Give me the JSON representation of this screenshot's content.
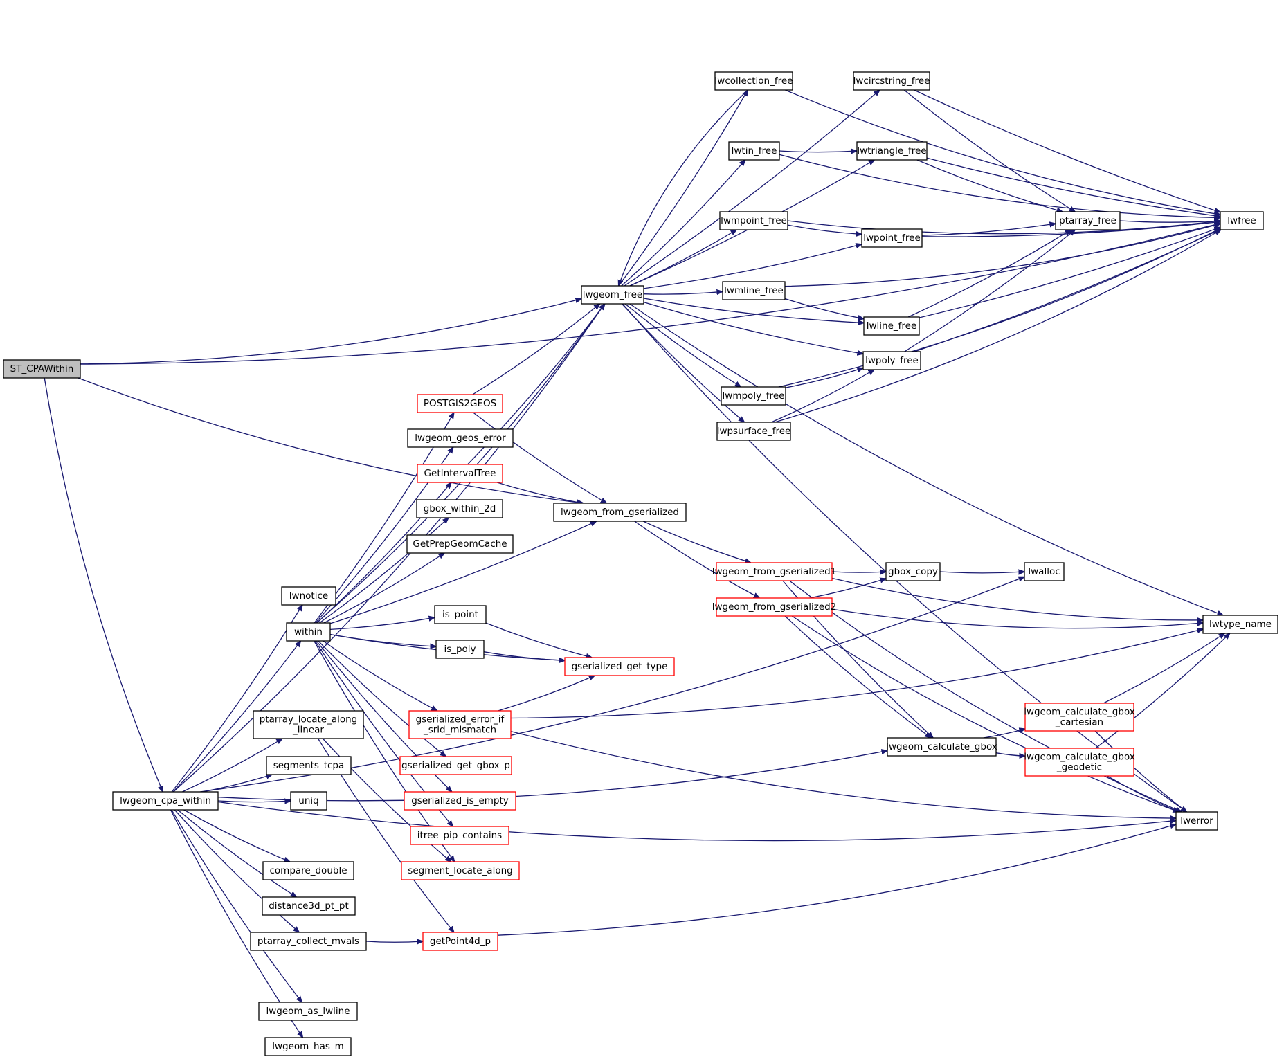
{
  "title": "ST_CPAWithin call graph",
  "colors": {
    "edge": "#191970",
    "node_border": "#000000",
    "truncated_node_border": "#ff0000",
    "root_fill": "#bfbfbf",
    "node_fill": "#ffffff"
  },
  "nodes": [
    {
      "id": "ST_CPAWithin",
      "label": [
        "ST_CPAWithin"
      ],
      "style": "root"
    },
    {
      "id": "lwgeom_cpa_within",
      "label": [
        "lwgeom_cpa_within"
      ],
      "style": "normal"
    },
    {
      "id": "lwnotice",
      "label": [
        "lwnotice"
      ],
      "style": "normal"
    },
    {
      "id": "within",
      "label": [
        "within"
      ],
      "style": "normal"
    },
    {
      "id": "ptarray_locate_along_linear",
      "label": [
        "ptarray_locate_along",
        "_linear"
      ],
      "style": "normal"
    },
    {
      "id": "segments_tcpa",
      "label": [
        "segments_tcpa"
      ],
      "style": "normal"
    },
    {
      "id": "uniq",
      "label": [
        "uniq"
      ],
      "style": "normal"
    },
    {
      "id": "compare_double",
      "label": [
        "compare_double"
      ],
      "style": "normal"
    },
    {
      "id": "distance3d_pt_pt",
      "label": [
        "distance3d_pt_pt"
      ],
      "style": "normal"
    },
    {
      "id": "ptarray_collect_mvals",
      "label": [
        "ptarray_collect_mvals"
      ],
      "style": "normal"
    },
    {
      "id": "lwgeom_as_lwline",
      "label": [
        "lwgeom_as_lwline"
      ],
      "style": "normal"
    },
    {
      "id": "lwgeom_has_m",
      "label": [
        "lwgeom_has_m"
      ],
      "style": "normal"
    },
    {
      "id": "POSTGIS2GEOS",
      "label": [
        "POSTGIS2GEOS"
      ],
      "style": "truncated"
    },
    {
      "id": "lwgeom_geos_error",
      "label": [
        "lwgeom_geos_error"
      ],
      "style": "normal"
    },
    {
      "id": "GetIntervalTree",
      "label": [
        "GetIntervalTree"
      ],
      "style": "truncated"
    },
    {
      "id": "gbox_within_2d",
      "label": [
        "gbox_within_2d"
      ],
      "style": "normal"
    },
    {
      "id": "GetPrepGeomCache",
      "label": [
        "GetPrepGeomCache"
      ],
      "style": "normal"
    },
    {
      "id": "is_point",
      "label": [
        "is_point"
      ],
      "style": "normal"
    },
    {
      "id": "is_poly",
      "label": [
        "is_poly"
      ],
      "style": "normal"
    },
    {
      "id": "gserialized_get_type",
      "label": [
        "gserialized_get_type"
      ],
      "style": "truncated"
    },
    {
      "id": "gserialized_error_if_srid_mismatch",
      "label": [
        "gserialized_error_if",
        "_srid_mismatch"
      ],
      "style": "truncated"
    },
    {
      "id": "gserialized_get_gbox_p",
      "label": [
        "gserialized_get_gbox_p"
      ],
      "style": "truncated"
    },
    {
      "id": "gserialized_is_empty",
      "label": [
        "gserialized_is_empty"
      ],
      "style": "truncated"
    },
    {
      "id": "itree_pip_contains",
      "label": [
        "itree_pip_contains"
      ],
      "style": "truncated"
    },
    {
      "id": "segment_locate_along",
      "label": [
        "segment_locate_along"
      ],
      "style": "truncated"
    },
    {
      "id": "getPoint4d_p",
      "label": [
        "getPoint4d_p"
      ],
      "style": "truncated"
    },
    {
      "id": "lwgeom_free",
      "label": [
        "lwgeom_free"
      ],
      "style": "normal"
    },
    {
      "id": "lwgeom_from_gserialized",
      "label": [
        "lwgeom_from_gserialized"
      ],
      "style": "normal"
    },
    {
      "id": "lwcollection_free",
      "label": [
        "lwcollection_free"
      ],
      "style": "normal"
    },
    {
      "id": "lwtin_free",
      "label": [
        "lwtin_free"
      ],
      "style": "normal"
    },
    {
      "id": "lwmpoint_free",
      "label": [
        "lwmpoint_free"
      ],
      "style": "normal"
    },
    {
      "id": "lwmline_free",
      "label": [
        "lwmline_free"
      ],
      "style": "normal"
    },
    {
      "id": "lwmpoly_free",
      "label": [
        "lwmpoly_free"
      ],
      "style": "normal"
    },
    {
      "id": "lwpsurface_free",
      "label": [
        "lwpsurface_free"
      ],
      "style": "normal"
    },
    {
      "id": "lwcircstring_free",
      "label": [
        "lwcircstring_free"
      ],
      "style": "normal"
    },
    {
      "id": "lwtriangle_free",
      "label": [
        "lwtriangle_free"
      ],
      "style": "normal"
    },
    {
      "id": "lwpoint_free",
      "label": [
        "lwpoint_free"
      ],
      "style": "normal"
    },
    {
      "id": "lwline_free",
      "label": [
        "lwline_free"
      ],
      "style": "normal"
    },
    {
      "id": "lwpoly_free",
      "label": [
        "lwpoly_free"
      ],
      "style": "normal"
    },
    {
      "id": "ptarray_free",
      "label": [
        "ptarray_free"
      ],
      "style": "normal"
    },
    {
      "id": "lwfree",
      "label": [
        "lwfree"
      ],
      "style": "normal"
    },
    {
      "id": "lwgeom_from_gserialized1",
      "label": [
        "lwgeom_from_gserialized1"
      ],
      "style": "truncated"
    },
    {
      "id": "lwgeom_from_gserialized2",
      "label": [
        "lwgeom_from_gserialized2"
      ],
      "style": "truncated"
    },
    {
      "id": "gbox_copy",
      "label": [
        "gbox_copy"
      ],
      "style": "normal"
    },
    {
      "id": "lwalloc",
      "label": [
        "lwalloc"
      ],
      "style": "normal"
    },
    {
      "id": "lwtype_name",
      "label": [
        "lwtype_name"
      ],
      "style": "normal"
    },
    {
      "id": "lwgeom_calculate_gbox",
      "label": [
        "lwgeom_calculate_gbox"
      ],
      "style": "normal"
    },
    {
      "id": "lwgeom_calculate_gbox_cartesian",
      "label": [
        "lwgeom_calculate_gbox",
        "_cartesian"
      ],
      "style": "truncated"
    },
    {
      "id": "lwgeom_calculate_gbox_geodetic",
      "label": [
        "lwgeom_calculate_gbox",
        "_geodetic"
      ],
      "style": "truncated"
    },
    {
      "id": "lwerror",
      "label": [
        "lwerror"
      ],
      "style": "normal"
    }
  ],
  "edges": [
    [
      "ST_CPAWithin",
      "lwfree"
    ],
    [
      "ST_CPAWithin",
      "lwgeom_free"
    ],
    [
      "ST_CPAWithin",
      "lwgeom_from_gserialized"
    ],
    [
      "ST_CPAWithin",
      "lwgeom_cpa_within"
    ],
    [
      "lwgeom_cpa_within",
      "lwgeom_free"
    ],
    [
      "lwgeom_cpa_within",
      "lwalloc"
    ],
    [
      "lwgeom_cpa_within",
      "lwnotice"
    ],
    [
      "lwgeom_cpa_within",
      "within"
    ],
    [
      "lwgeom_cpa_within",
      "ptarray_locate_along_linear"
    ],
    [
      "lwgeom_cpa_within",
      "segments_tcpa"
    ],
    [
      "lwgeom_cpa_within",
      "uniq"
    ],
    [
      "lwgeom_cpa_within",
      "lwgeom_calculate_gbox"
    ],
    [
      "lwgeom_cpa_within",
      "compare_double"
    ],
    [
      "lwgeom_cpa_within",
      "distance3d_pt_pt"
    ],
    [
      "lwgeom_cpa_within",
      "ptarray_collect_mvals"
    ],
    [
      "lwgeom_cpa_within",
      "lwerror"
    ],
    [
      "lwgeom_cpa_within",
      "lwgeom_as_lwline"
    ],
    [
      "lwgeom_cpa_within",
      "lwgeom_has_m"
    ],
    [
      "within",
      "lwgeom_free"
    ],
    [
      "within",
      "POSTGIS2GEOS"
    ],
    [
      "within",
      "lwgeom_geos_error"
    ],
    [
      "within",
      "GetIntervalTree"
    ],
    [
      "within",
      "gbox_within_2d"
    ],
    [
      "within",
      "GetPrepGeomCache"
    ],
    [
      "within",
      "lwgeom_from_gserialized"
    ],
    [
      "within",
      "is_point"
    ],
    [
      "within",
      "is_poly"
    ],
    [
      "within",
      "gserialized_get_type"
    ],
    [
      "within",
      "gserialized_error_if_srid_mismatch"
    ],
    [
      "within",
      "gserialized_get_gbox_p"
    ],
    [
      "within",
      "gserialized_is_empty"
    ],
    [
      "within",
      "itree_pip_contains"
    ],
    [
      "within",
      "segment_locate_along"
    ],
    [
      "ptarray_locate_along_linear",
      "segment_locate_along"
    ],
    [
      "ptarray_locate_along_linear",
      "getPoint4d_p"
    ],
    [
      "ptarray_collect_mvals",
      "getPoint4d_p"
    ],
    [
      "getPoint4d_p",
      "lwerror"
    ],
    [
      "POSTGIS2GEOS",
      "lwgeom_free"
    ],
    [
      "POSTGIS2GEOS",
      "lwgeom_from_gserialized"
    ],
    [
      "GetIntervalTree",
      "lwgeom_free"
    ],
    [
      "GetIntervalTree",
      "lwgeom_from_gserialized"
    ],
    [
      "is_point",
      "gserialized_get_type"
    ],
    [
      "is_poly",
      "gserialized_get_type"
    ],
    [
      "gserialized_error_if_srid_mismatch",
      "gserialized_get_type"
    ],
    [
      "gserialized_error_if_srid_mismatch",
      "lwtype_name"
    ],
    [
      "gserialized_error_if_srid_mismatch",
      "lwerror"
    ],
    [
      "lwgeom_from_gserialized",
      "lwgeom_from_gserialized1"
    ],
    [
      "lwgeom_from_gserialized",
      "lwgeom_from_gserialized2"
    ],
    [
      "lwgeom_from_gserialized1",
      "gbox_copy"
    ],
    [
      "lwgeom_from_gserialized1",
      "lwtype_name"
    ],
    [
      "lwgeom_from_gserialized1",
      "lwgeom_calculate_gbox"
    ],
    [
      "lwgeom_from_gserialized1",
      "lwerror"
    ],
    [
      "lwgeom_from_gserialized2",
      "gbox_copy"
    ],
    [
      "lwgeom_from_gserialized2",
      "lwtype_name"
    ],
    [
      "lwgeom_from_gserialized2",
      "lwgeom_calculate_gbox"
    ],
    [
      "lwgeom_from_gserialized2",
      "lwerror"
    ],
    [
      "gbox_copy",
      "lwalloc"
    ],
    [
      "lwgeom_calculate_gbox",
      "lwgeom_calculate_gbox_cartesian"
    ],
    [
      "lwgeom_calculate_gbox",
      "lwgeom_calculate_gbox_geodetic"
    ],
    [
      "lwgeom_calculate_gbox_cartesian",
      "lwtype_name"
    ],
    [
      "lwgeom_calculate_gbox_cartesian",
      "lwerror"
    ],
    [
      "lwgeom_calculate_gbox_geodetic",
      "lwtype_name"
    ],
    [
      "lwgeom_calculate_gbox_geodetic",
      "lwerror"
    ],
    [
      "lwgeom_free",
      "lwcollection_free"
    ],
    [
      "lwcollection_free",
      "lwgeom_free"
    ],
    [
      "lwcollection_free",
      "lwfree"
    ],
    [
      "lwgeom_free",
      "lwcircstring_free"
    ],
    [
      "lwgeom_free",
      "lwtin_free"
    ],
    [
      "lwgeom_free",
      "lwtriangle_free"
    ],
    [
      "lwgeom_free",
      "lwmpoint_free"
    ],
    [
      "lwgeom_free",
      "lwpoint_free"
    ],
    [
      "lwgeom_free",
      "lwmline_free"
    ],
    [
      "lwgeom_free",
      "lwline_free"
    ],
    [
      "lwgeom_free",
      "lwpoly_free"
    ],
    [
      "lwgeom_free",
      "lwmpoly_free"
    ],
    [
      "lwgeom_free",
      "lwpsurface_free"
    ],
    [
      "lwgeom_free",
      "lwtype_name"
    ],
    [
      "lwgeom_free",
      "lwerror"
    ],
    [
      "lwcircstring_free",
      "lwfree"
    ],
    [
      "lwcircstring_free",
      "ptarray_free"
    ],
    [
      "lwtin_free",
      "lwtriangle_free"
    ],
    [
      "lwtin_free",
      "lwfree"
    ],
    [
      "lwtriangle_free",
      "ptarray_free"
    ],
    [
      "lwtriangle_free",
      "lwfree"
    ],
    [
      "lwmpoint_free",
      "lwpoint_free"
    ],
    [
      "lwmpoint_free",
      "lwfree"
    ],
    [
      "lwpoint_free",
      "ptarray_free"
    ],
    [
      "lwpoint_free",
      "lwfree"
    ],
    [
      "lwmline_free",
      "lwline_free"
    ],
    [
      "lwmline_free",
      "lwfree"
    ],
    [
      "lwline_free",
      "ptarray_free"
    ],
    [
      "lwline_free",
      "lwfree"
    ],
    [
      "lwpoly_free",
      "ptarray_free"
    ],
    [
      "lwpoly_free",
      "lwfree"
    ],
    [
      "lwmpoly_free",
      "lwpoly_free"
    ],
    [
      "lwmpoly_free",
      "lwfree"
    ],
    [
      "lwpsurface_free",
      "lwpoly_free"
    ],
    [
      "lwpsurface_free",
      "lwfree"
    ],
    [
      "ptarray_free",
      "lwfree"
    ]
  ]
}
